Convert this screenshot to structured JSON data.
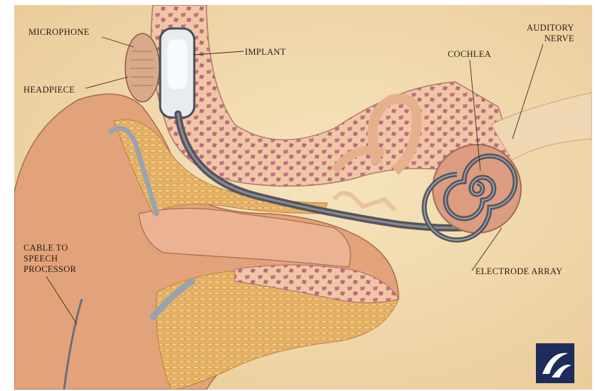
{
  "labels": {
    "microphone": "MICROPHONE",
    "headpiece": "HEADPIECE",
    "implant": "IMPLANT",
    "cochlea": "COCHLEA",
    "auditory_nerve": "AUDITORY\nNERVE",
    "cable": "CABLE TO\nSPEECH\nPROCESSOR",
    "electrode_array": "ELECTRODE ARRAY"
  },
  "colors": {
    "background": "#f3deb4",
    "skin": "#e5a67a",
    "bone": "#f1c9a4",
    "bone_cells": "#c27a86",
    "cartilage": "#e8b566",
    "electrode": "#5b5b63",
    "logo": "#1d2c5a"
  },
  "icons": [
    "logo-icon"
  ]
}
